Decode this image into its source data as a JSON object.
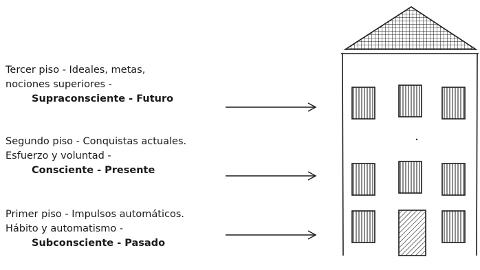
{
  "floors": [
    {
      "line1": "Tercer piso - Ideales, metas,",
      "line2": "nociones superiores -",
      "emphasis": "Supraconsciente - Futuro"
    },
    {
      "line1": "Segundo piso - Conquistas actuales.",
      "line2": "Esfuerzo y voluntad -",
      "emphasis": "Consciente - Presente"
    },
    {
      "line1": "Primer piso - Impulsos automáticos.",
      "line2": "Hábito y automatismo -",
      "emphasis": "Subconsciente - Pasado"
    }
  ],
  "colors": {
    "ink": "#1a1a1a",
    "background": "#ffffff"
  }
}
